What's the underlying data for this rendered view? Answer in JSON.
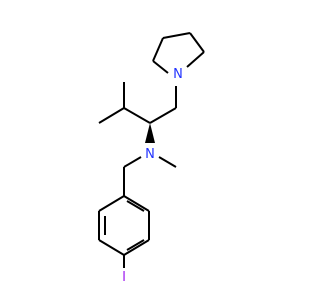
{
  "molecule": {
    "atoms": {
      "N_ring": "N",
      "N_amine": "N",
      "iodine": "I"
    },
    "colors": {
      "bond": "#000000",
      "nitrogen": "#2233ff",
      "iodine": "#a020f0",
      "background": "#ffffff"
    }
  }
}
